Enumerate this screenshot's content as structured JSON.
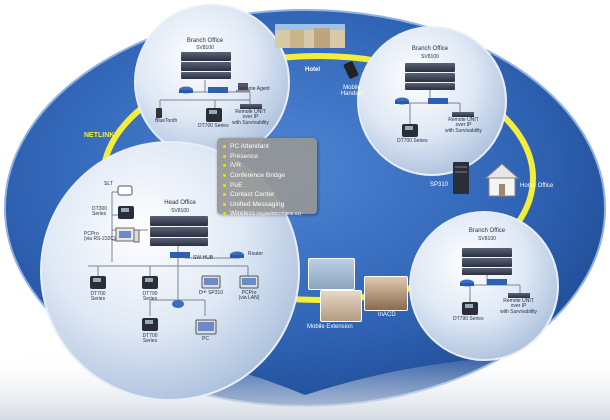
{
  "colors": {
    "ellipse": "#3567b8",
    "ring": "#f2ee3a",
    "bubble": "#cfdcef",
    "label_dark": "#1e2d44"
  },
  "netlink": "NETLINK",
  "hotel": "Hotel",
  "mobile_handset": "Mobile\nHandset",
  "sp310": "SP310",
  "home_office": "Home Office",
  "mobile_extension": "Mobile Extension",
  "inacd": "InACD",
  "features": [
    {
      "text": "PC Attendant",
      "sub": ""
    },
    {
      "text": "Presence",
      "sub": ""
    },
    {
      "text": "IVR",
      "sub": ""
    },
    {
      "text": "Conference Bridge",
      "sub": ""
    },
    {
      "text": "PoE",
      "sub": ""
    },
    {
      "text": "Contact Center",
      "sub": ""
    },
    {
      "text": "Unified Messaging",
      "sub": ""
    },
    {
      "text": "Wireless",
      "sub": "(Digital/DECT/802.11)"
    }
  ],
  "branch1": {
    "title": "Branch Office",
    "model": "SV8100",
    "remote_agent": "Remote Agent",
    "bluetooth": "BlueTooth",
    "phone": "DT700 Series",
    "remote_unit": "Remote UNIT\nover IP\nwith Survivability"
  },
  "branch2": {
    "title": "Branch Office",
    "model": "SV8100",
    "remote_unit": "Remote UNIT\nover IP\nwith Survivability",
    "phone": "DT700 Series"
  },
  "branch3": {
    "title": "Branch Office",
    "model": "SV8100",
    "remote_unit": "Remote UNIT\nover IP\nwith Survivability",
    "phone": "DT790 Series"
  },
  "head": {
    "title": "Head Office",
    "model": "SV8100",
    "slt": "SLT",
    "dt300": "DT300\nSeries",
    "pcpro_rs": "PCPro\n(via RS-232C)",
    "sw_hub": "SW-HUB",
    "router": "Router",
    "dt700_left": "DT700\nSeries",
    "dt790": "DT790\nSeries",
    "sp310": "Dᴴᴱ SP310",
    "pcpro_lan": "PCPro\n(via LAN)",
    "dt700_bottom": "DT700\nSeries",
    "pc": "PC"
  }
}
